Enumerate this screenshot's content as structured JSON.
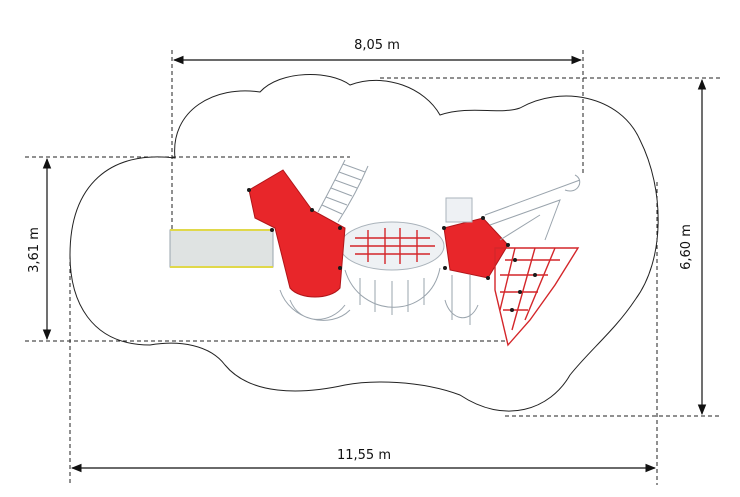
{
  "dimensions": {
    "width_top": "8,05 m",
    "height_left": "3,61 m",
    "height_right": "6,60 m",
    "width_bottom": "11,55 m"
  },
  "colors": {
    "roof": "#e8262a",
    "net": "#d4262a",
    "structure": "#9aa4ad",
    "slide": "#dfe3e2",
    "slide_edge": "#e0d84a"
  }
}
